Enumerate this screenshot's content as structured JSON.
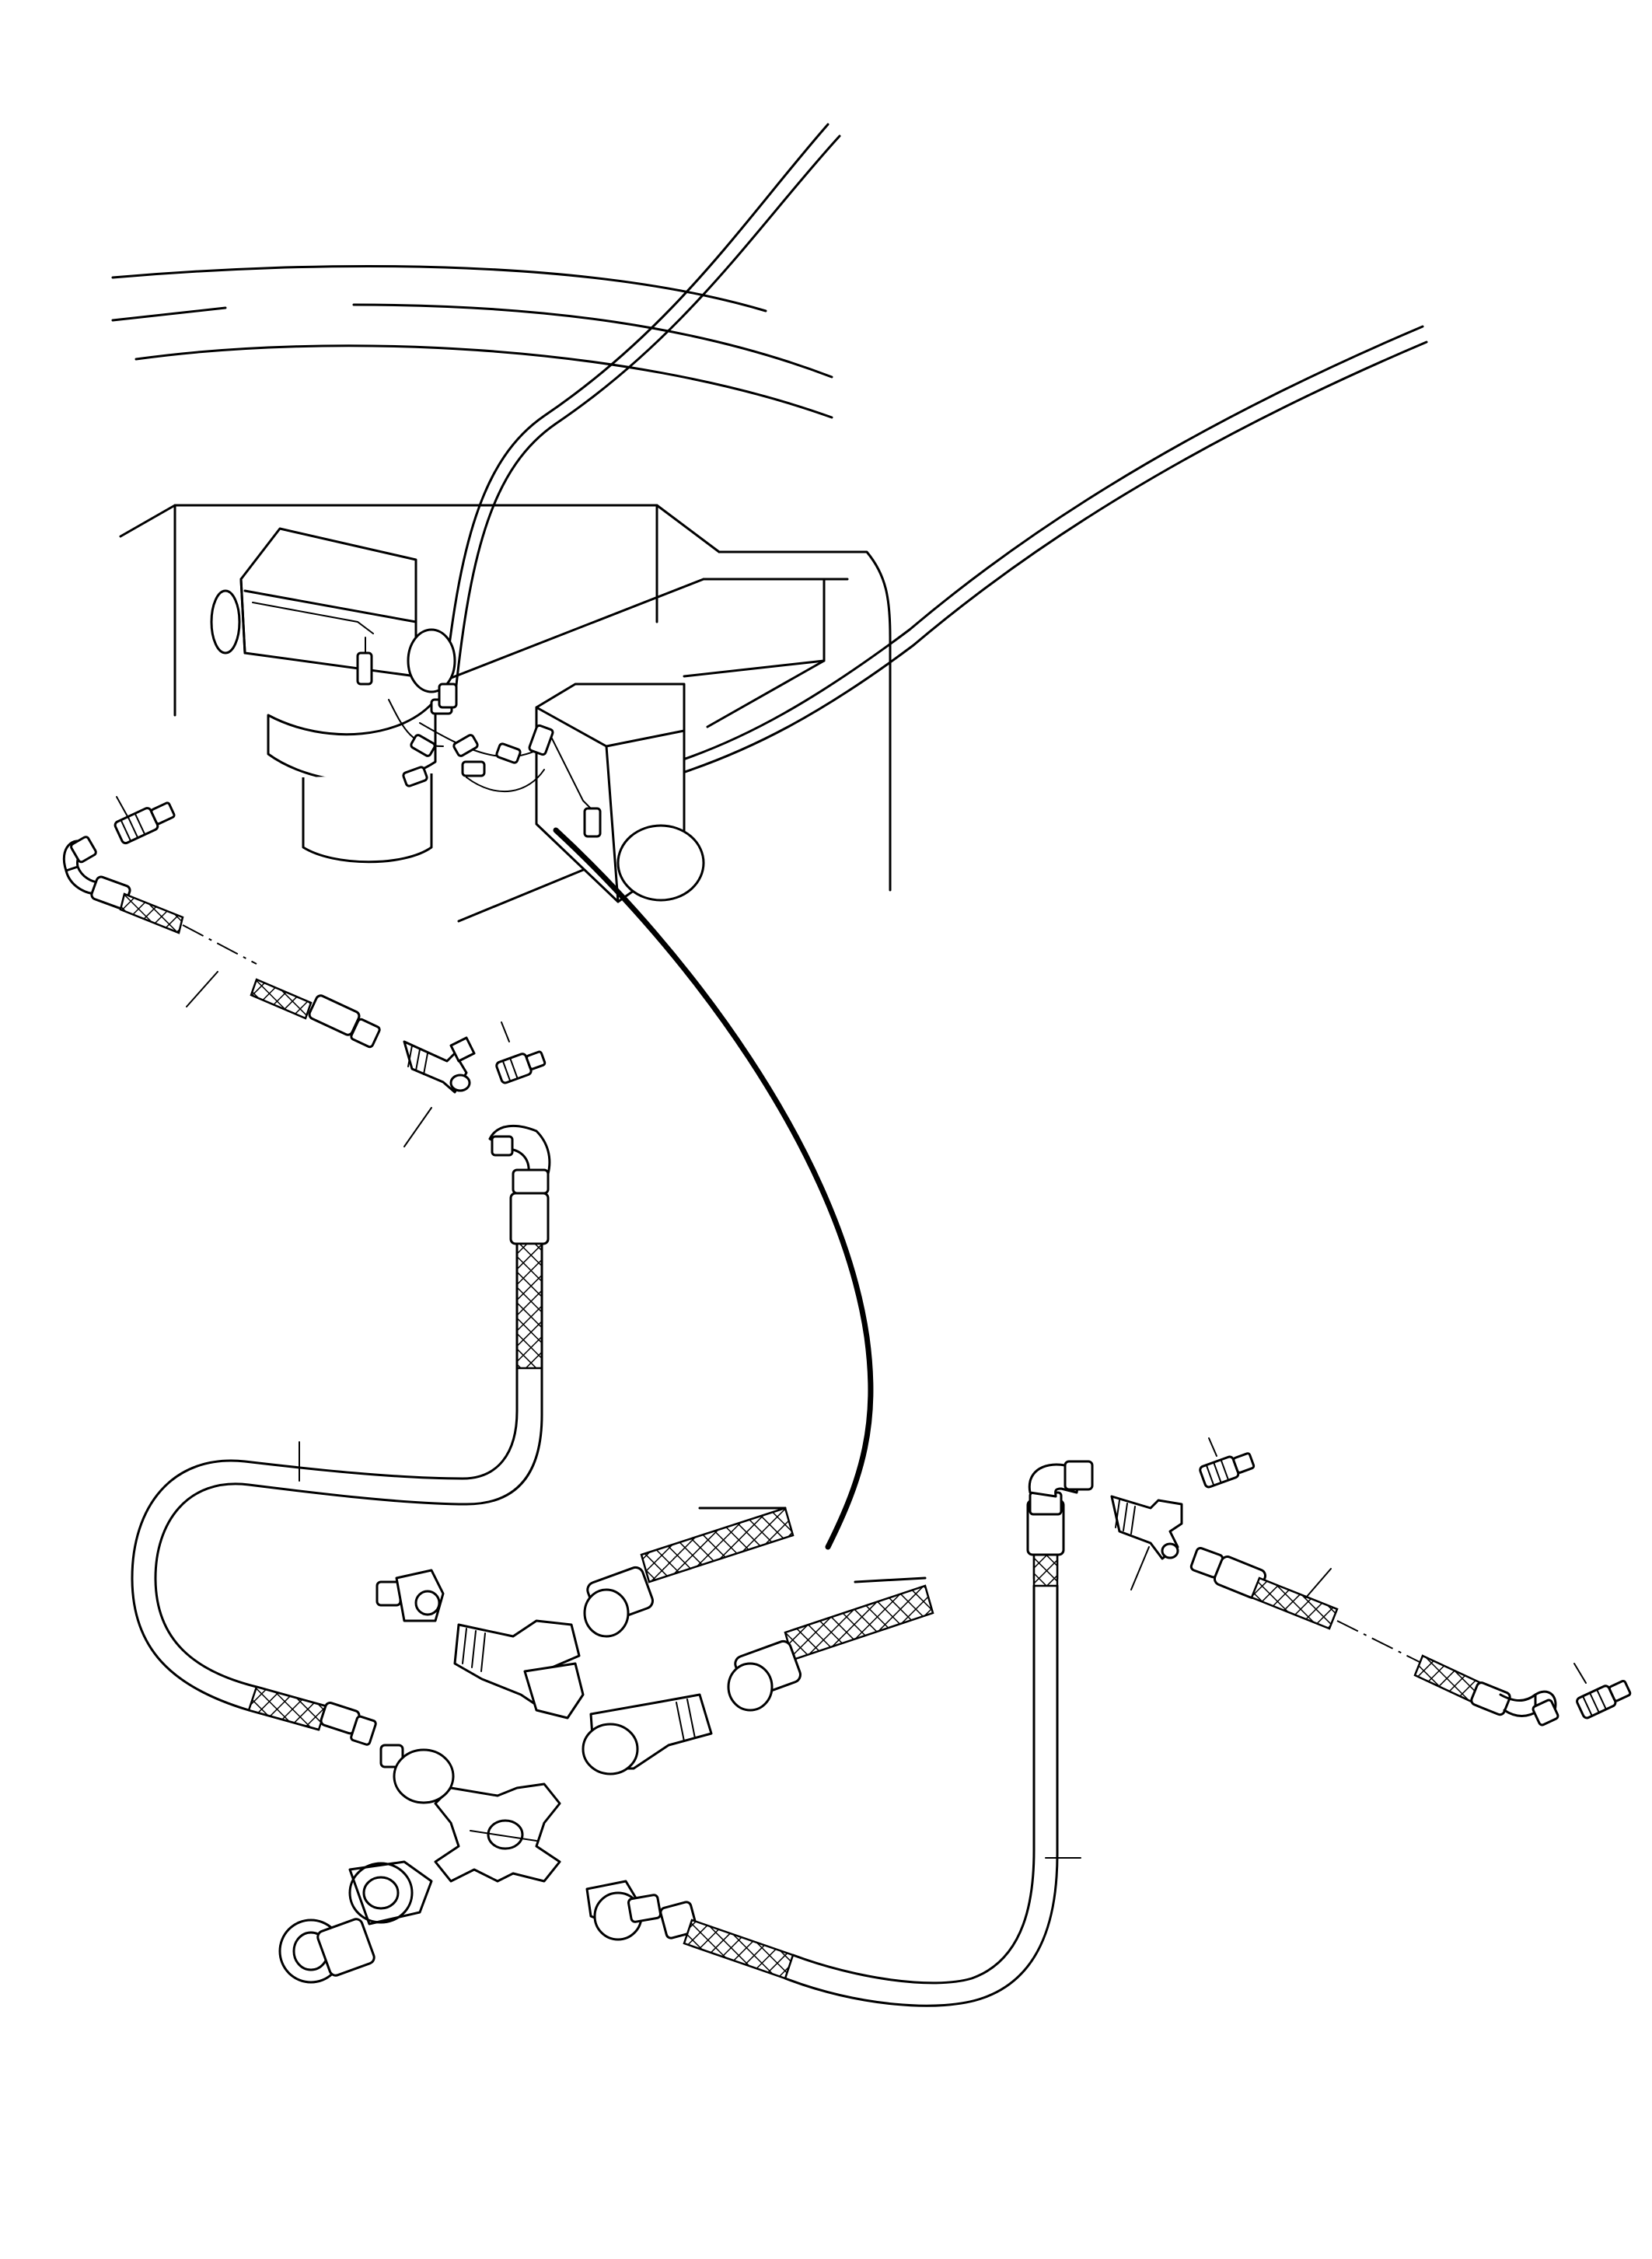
{
  "diagram": {
    "type": "exploded parts drawing",
    "text_labels": [],
    "components": [
      "machine-frame",
      "left-valve-block",
      "right-valve-block",
      "upper-piping",
      "left-hose-assembly",
      "right-hose-assembly",
      "lower-hose-loop",
      "right-long-hose",
      "detail-fittings-group",
      "callout-curve"
    ],
    "colors": {
      "line": "#000000",
      "background": "#ffffff"
    }
  }
}
